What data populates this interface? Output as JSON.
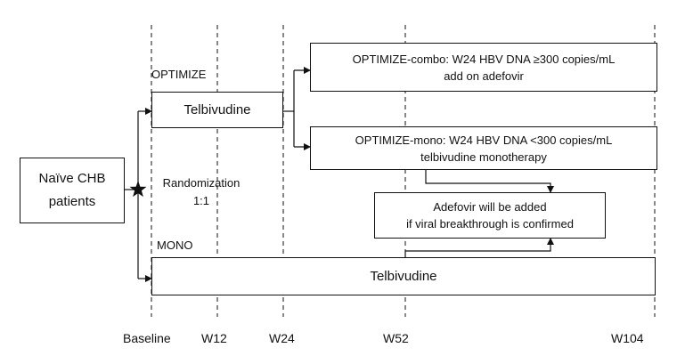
{
  "patients_box": {
    "line1": "Naïve CHB",
    "line2": "patients"
  },
  "arms": {
    "optimize": "OPTIMIZE",
    "mono": "MONO"
  },
  "randomization": {
    "line1": "Randomization",
    "line2": "1:1"
  },
  "telbivudine_top": "Telbivudine",
  "telbivudine_bottom": "Telbivudine",
  "combo_box": {
    "line1": "OPTIMIZE-combo: W24 HBV DNA ≥300 copies/mL",
    "line2": "add on adefovir"
  },
  "mono_box": {
    "line1": "OPTIMIZE-mono: W24 HBV DNA <300 copies/mL",
    "line2": "telbivudine monotherapy"
  },
  "adefovir_box": {
    "line1": "Adefovir will be added",
    "line2": "if viral breakthrough is confirmed"
  },
  "timeline": [
    "Baseline",
    "W12",
    "W24",
    "W52",
    "W104"
  ],
  "colors": {
    "line": "#111111",
    "background": "#ffffff"
  }
}
